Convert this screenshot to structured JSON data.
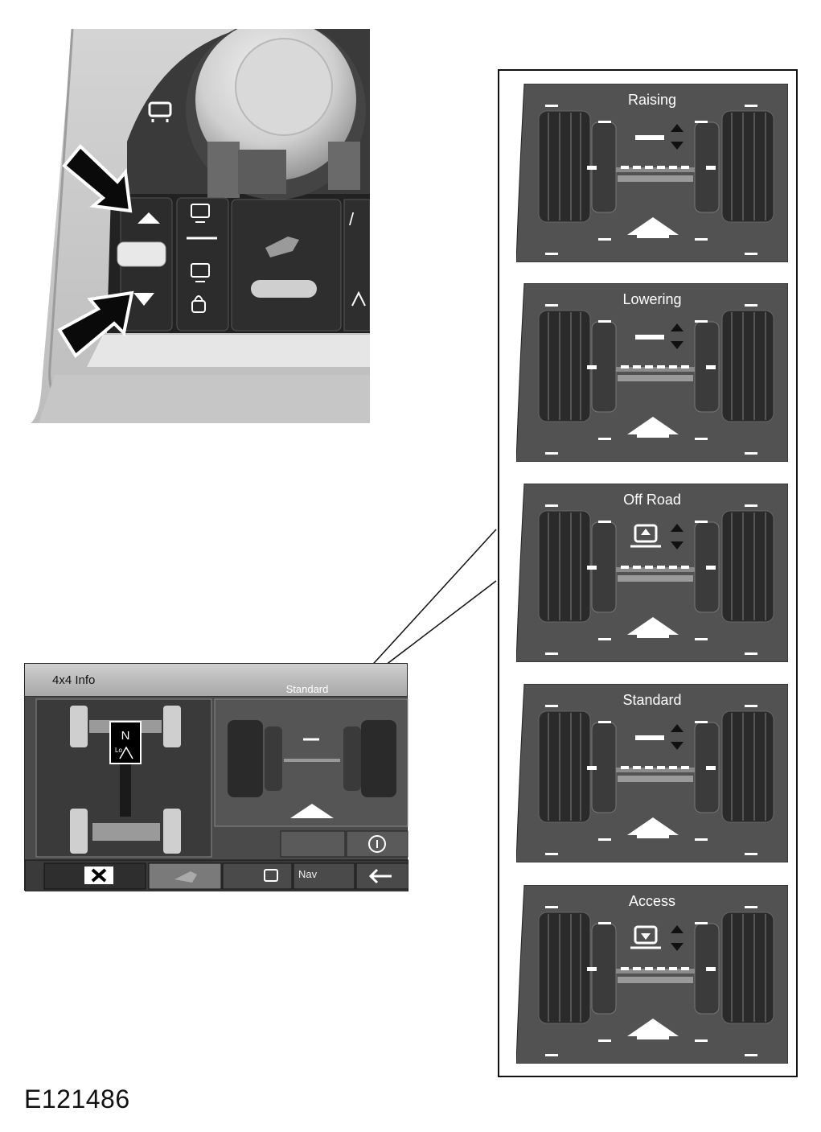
{
  "screen": {
    "title": "4x4 Info",
    "current_mode": "Standard",
    "gear_indicator": "N",
    "range_indicator": "Lo",
    "nav_label": "Nav",
    "icons": [
      "close-icon",
      "terrain-response-icon",
      "vehicle-icon",
      "nav-icon",
      "volume-icon",
      "back-icon",
      "axle-view-icon",
      "info-icon"
    ]
  },
  "modes": [
    {
      "label": "Raising",
      "state": "raising"
    },
    {
      "label": "Lowering",
      "state": "lowering"
    },
    {
      "label": "Off Road",
      "state": "offroad"
    },
    {
      "label": "Standard",
      "state": "standard"
    },
    {
      "label": "Access",
      "state": "access"
    }
  ],
  "figure_id": "E121486",
  "colors": {
    "screen_bg": "#4a4a4a",
    "tile_bg": "#525252",
    "arrow": "#111111",
    "indicator": "#ffffff"
  }
}
